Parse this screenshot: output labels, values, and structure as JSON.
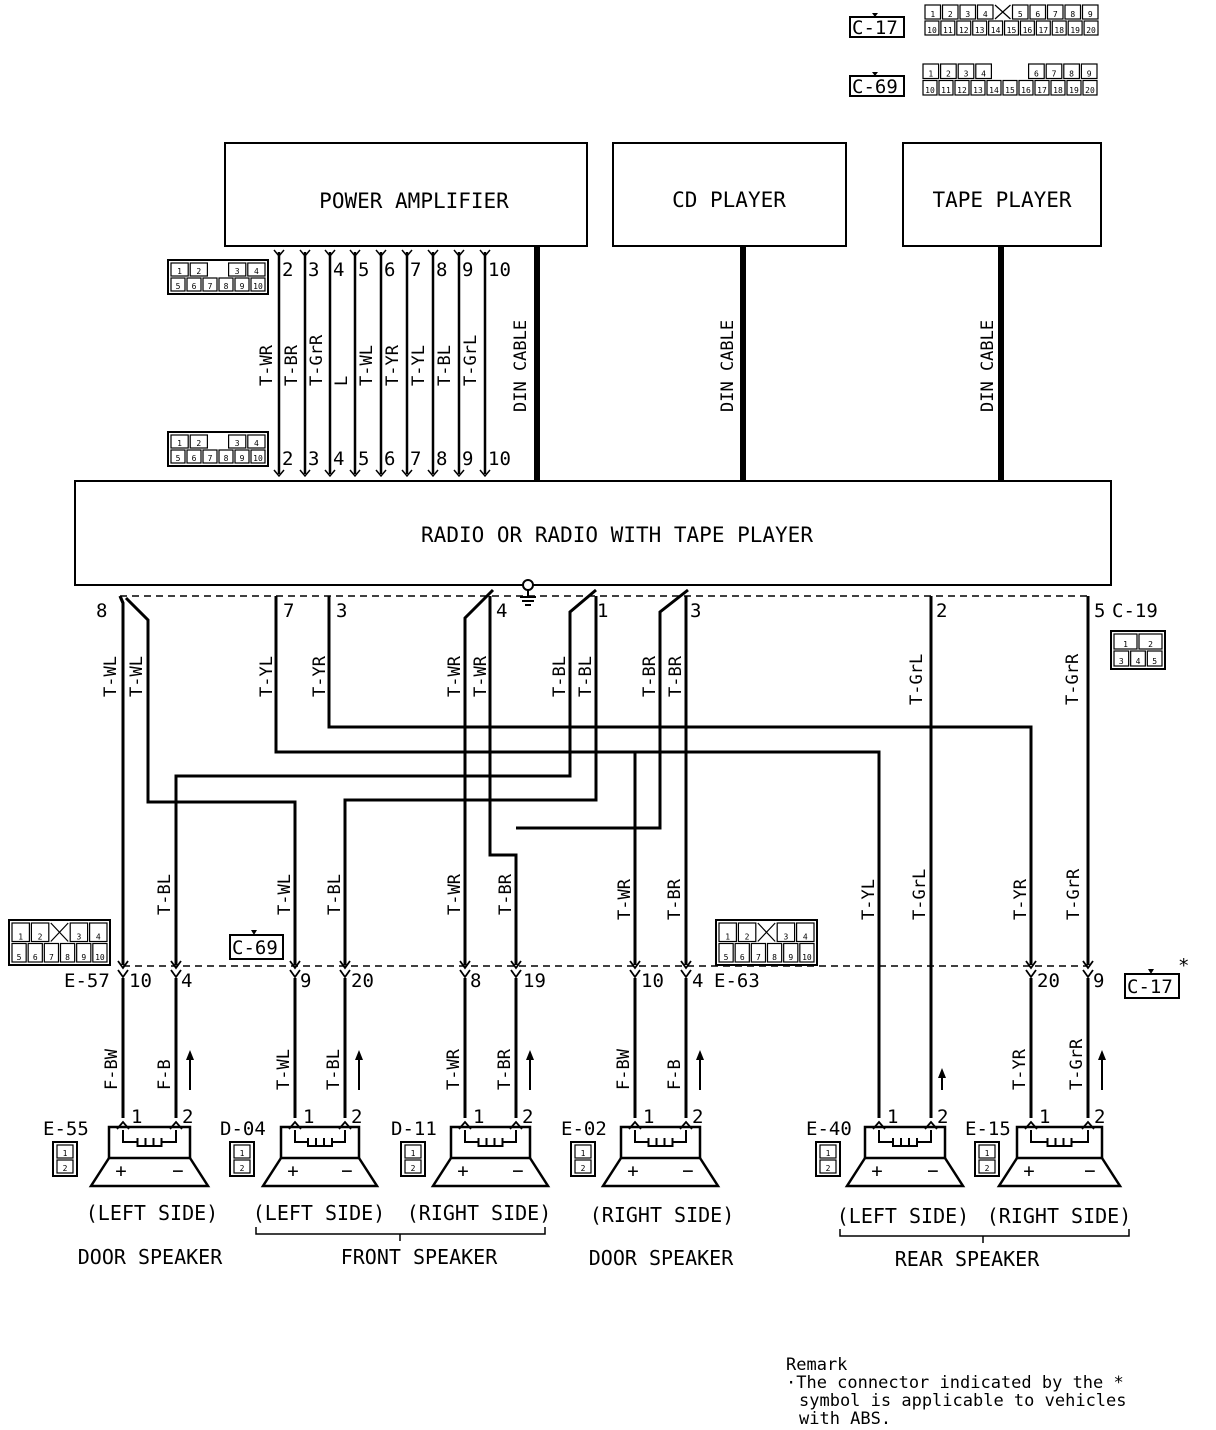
{
  "boxes": {
    "power_amplifier": "POWER AMPLIFIER",
    "cd_player": "CD PLAYER",
    "tape_player": "TAPE PLAYER",
    "radio": "RADIO OR RADIO WITH TAPE PLAYER"
  },
  "din_cable": "DIN CABLE",
  "top_connectors": {
    "c17": "C-17",
    "c69": "C-69",
    "c17_row1": [
      "1",
      "2",
      "3",
      "4",
      "",
      "5",
      "6",
      "7",
      "8",
      "9"
    ],
    "c17_row2": [
      "10",
      "11",
      "12",
      "13",
      "14",
      "15",
      "16",
      "17",
      "18",
      "19",
      "20"
    ],
    "c69_row1": [
      "1",
      "2",
      "3",
      "4",
      "",
      "",
      "6",
      "7",
      "8",
      "9"
    ],
    "c69_row2": [
      "10",
      "11",
      "12",
      "13",
      "14",
      "15",
      "16",
      "17",
      "18",
      "19",
      "20"
    ]
  },
  "amp_connector": {
    "row1": [
      "1",
      "2",
      "",
      "3",
      "4"
    ],
    "row2": [
      "5",
      "6",
      "7",
      "8",
      "9",
      "10"
    ]
  },
  "amp_pins": [
    "2",
    "3",
    "4",
    "5",
    "6",
    "7",
    "8",
    "9",
    "10"
  ],
  "amp_wires": [
    "T-WR",
    "T-BR",
    "T-GrR",
    "L",
    "T-WL",
    "T-YR",
    "T-YL",
    "T-BL",
    "T-GrL"
  ],
  "radio_pins": {
    "p8": "8",
    "p7": "7",
    "p3a": "3",
    "p4": "4",
    "p1": "1",
    "p3b": "3",
    "p2": "2",
    "p5": "5"
  },
  "c19": {
    "label": "C-19",
    "row1": [
      "1",
      "2"
    ],
    "row2": [
      "3",
      "4",
      "5"
    ]
  },
  "radio_wires": {
    "twl": "T-WL",
    "tyl": "T-YL",
    "tyr": "T-YR",
    "twr": "T-WR",
    "tbl": "T-BL",
    "tbr": "T-BR",
    "tgrl": "T-GrL",
    "tgrr": "T-GrR"
  },
  "mid_connectors": {
    "e57": "E-57",
    "c69": "C-69",
    "e63": "E-63",
    "c17": "C-17",
    "star": "*",
    "row1": [
      "1",
      "2",
      "",
      "3",
      "4"
    ],
    "row2": [
      "5",
      "6",
      "7",
      "8",
      "9",
      "10"
    ]
  },
  "mid_pins": {
    "e57_10": "10",
    "e57_4": "4",
    "c69_9": "9",
    "c69_20": "20",
    "c69_8": "8",
    "c69_19": "19",
    "e63_10": "10",
    "e63_4": "4",
    "c17_20": "20",
    "c17_9": "9"
  },
  "lower_wires": {
    "fbw": "F-BW",
    "fb": "F-B",
    "twl": "T-WL",
    "tbl": "T-BL",
    "twr": "T-WR",
    "tbr": "T-BR",
    "tyl": "T-YL",
    "tgrl": "T-GrL",
    "tyr": "T-YR",
    "tgrr": "T-GrR"
  },
  "speakers": [
    {
      "id": "E-55"
    },
    {
      "id": "D-04"
    },
    {
      "id": "D-11"
    },
    {
      "id": "E-02"
    },
    {
      "id": "E-40"
    },
    {
      "id": "E-15"
    }
  ],
  "speaker_pins": {
    "p1": "1",
    "p2": "2",
    "plus": "+",
    "minus": "−",
    "c1": "1",
    "c2": "2"
  },
  "captions": {
    "left_side": "(LEFT SIDE)",
    "right_side": "(RIGHT SIDE)",
    "door_speaker": "DOOR SPEAKER",
    "front_speaker": "FRONT SPEAKER",
    "rear_speaker": "REAR SPEAKER"
  },
  "remark": {
    "title": "Remark",
    "line1": "·The connector indicated by the *",
    "line2": "symbol is applicable to vehicles",
    "line3": "with ABS."
  }
}
